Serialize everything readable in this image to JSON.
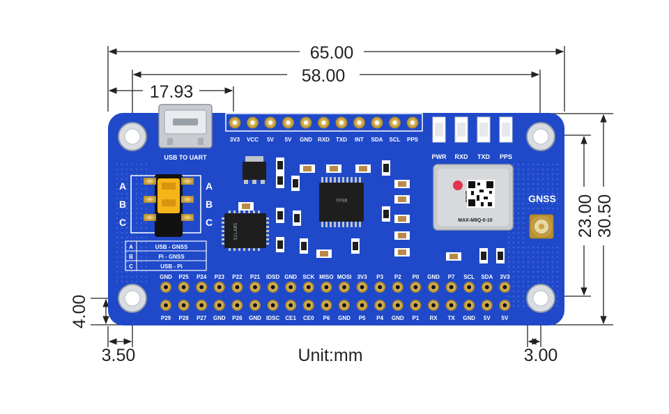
{
  "dimensions": {
    "overall_width": "65.00",
    "hole_span_width": "58.00",
    "usb_offset": "17.93",
    "hole_span_height": "23.00",
    "overall_height": "30.50",
    "hole_offset_y": "4.00",
    "hole_offset_x": "3.50",
    "hole_radius": "3.00",
    "unit": "Unit:mm"
  },
  "board": {
    "usb_label": "USB TO UART",
    "top_header": [
      "3V3",
      "VCC",
      "5V",
      "5V",
      "GND",
      "RXD",
      "TXD",
      "INT",
      "SDA",
      "SCL",
      "PPS"
    ],
    "leds": [
      "PWR",
      "RXD",
      "TXD",
      "PPS"
    ],
    "module_label": "MAX-M8Q-0-10",
    "module_brand": "blox",
    "antenna_label": "GNSS",
    "switch_left": [
      "A",
      "B",
      "C"
    ],
    "switch_right": [
      "A",
      "B",
      "C"
    ],
    "switch_table": [
      {
        "key": "A",
        "value": "USB - GNSS"
      },
      {
        "key": "B",
        "value": "Pi - GNSS"
      },
      {
        "key": "C",
        "value": "USB - Pi"
      }
    ],
    "gpio_top": [
      "GND",
      "P25",
      "P24",
      "P23",
      "P22",
      "P21",
      "IDSD",
      "GND",
      "SCK",
      "MISO",
      "MOSI",
      "3V3",
      "P3",
      "P2",
      "P0",
      "GND",
      "P7",
      "SCL",
      "SDA",
      "3V3"
    ],
    "gpio_bottom": [
      "P29",
      "P28",
      "P27",
      "GND",
      "P26",
      "GND",
      "IDSC",
      "CE1",
      "CE0",
      "P6",
      "GND",
      "P5",
      "P4",
      "GND",
      "P1",
      "RX",
      "TX",
      "GND",
      "5V",
      "5V"
    ]
  },
  "colors": {
    "pcb": "#1f49c8",
    "pcb_dark": "#163aa8",
    "gold": "#d8b04a",
    "switch": "#f5b41a",
    "chip": "#1e1e1e",
    "module": "#c9cbcf"
  }
}
